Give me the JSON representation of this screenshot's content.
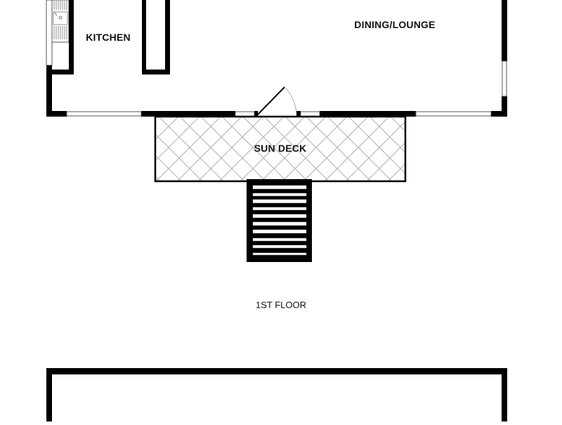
{
  "plan": {
    "title": "1ST FLOOR",
    "rooms": [
      {
        "id": "kitchen",
        "label": "KITCHEN"
      },
      {
        "id": "dining-lounge",
        "label": "DINING/LOUNGE"
      },
      {
        "id": "sun-deck",
        "label": "SUN DECK"
      }
    ],
    "features": {
      "stairs_treads": 10,
      "door": "hinged door to sun deck",
      "windows": 6
    },
    "colors": {
      "wall": "#000000",
      "background": "#ffffff",
      "hatch": "#b0b0b0",
      "window_frame": "#555555"
    }
  }
}
